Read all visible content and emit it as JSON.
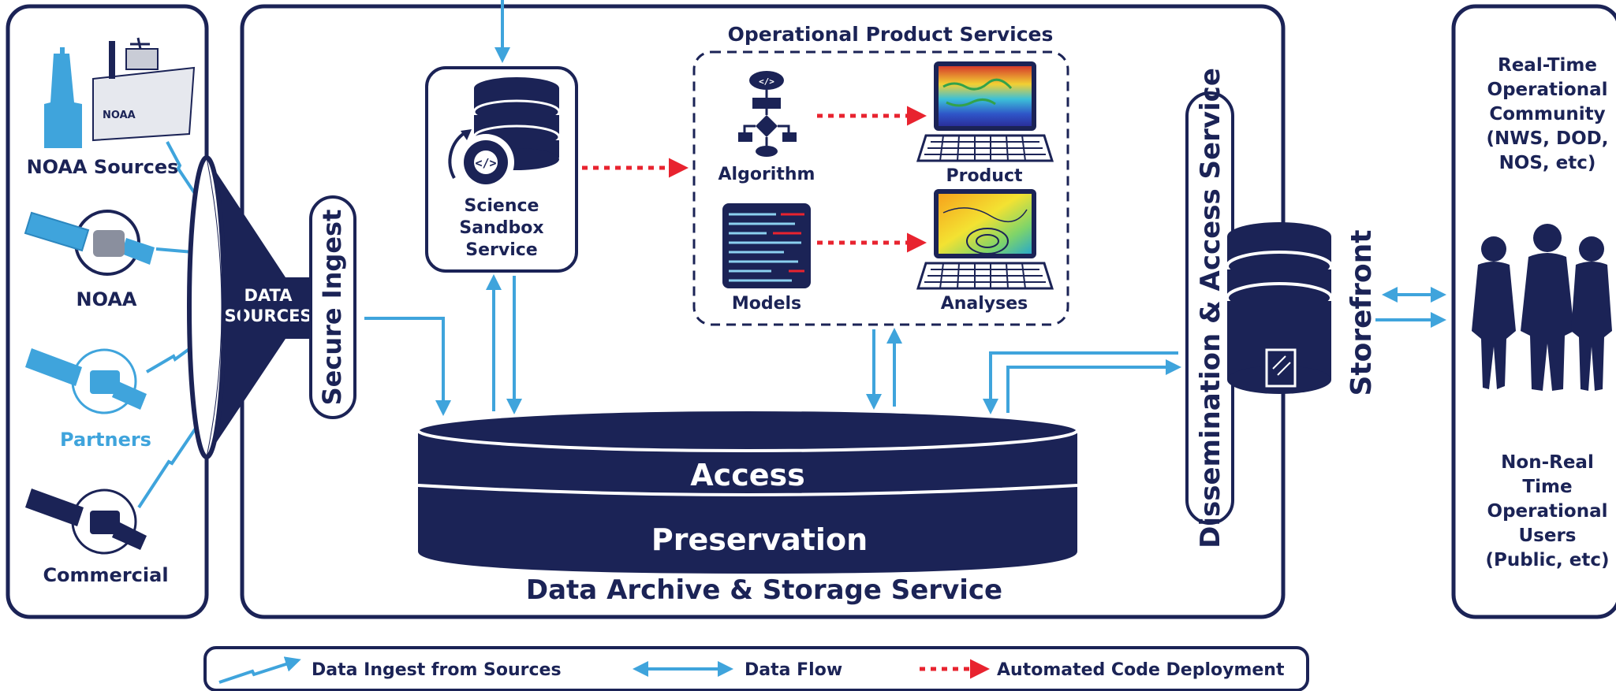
{
  "sources": {
    "noaa_sources": "NOAA Sources",
    "noaa": "NOAA",
    "partners": "Partners",
    "commercial": "Commercial"
  },
  "funnel": {
    "line1": "DATA",
    "line2": "SOURCES"
  },
  "secure_ingest": "Secure Ingest",
  "sandbox": {
    "line1": "Science",
    "line2": "Sandbox",
    "line3": "Service"
  },
  "ops": {
    "title": "Operational Product Services",
    "algorithm": "Algorithm",
    "product": "Product",
    "models": "Models",
    "analyses": "Analyses"
  },
  "archive": {
    "access": "Access",
    "preservation": "Preservation",
    "title": "Data Archive & Storage Service"
  },
  "dissemination": "Dissemination & Access Service",
  "storefront": "Storefront",
  "users": {
    "realtime": [
      "Real-Time",
      "Operational",
      "Community",
      "(NWS, DOD,",
      "NOS, etc)"
    ],
    "nonrealtime": [
      "Non-Real",
      "Time",
      "Operational",
      "Users",
      "(Public, etc)"
    ]
  },
  "legend": {
    "ingest": "Data Ingest from Sources",
    "flow": "Data Flow",
    "deploy": "Automated Code Deployment"
  },
  "colors": {
    "navy": "#1b2356",
    "blue": "#3fa4dc",
    "red": "#e8232f"
  }
}
